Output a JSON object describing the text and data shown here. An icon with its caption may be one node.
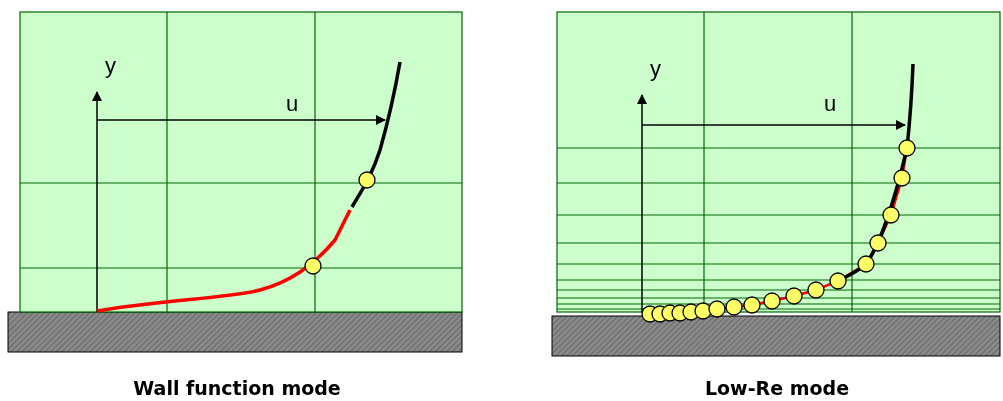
{
  "diagram": {
    "labels": [
      "y",
      "u",
      "y",
      "u",
      "Wall function mode",
      "Low-Re mode"
    ]
  }
}
